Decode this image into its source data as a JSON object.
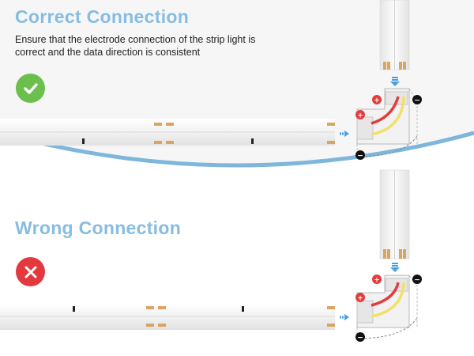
{
  "correct": {
    "title": "Correct Connection",
    "description": "Ensure that the electrode connection of the strip light is correct and the data direction is consistent",
    "status_icon": "check-icon"
  },
  "wrong": {
    "title": "Wrong Connection",
    "status_icon": "cross-icon"
  },
  "connector": {
    "plus": "+",
    "minus": "−"
  },
  "colors": {
    "heading": "#86bde0",
    "divider": "#7fb6dc",
    "ok": "#6bbf4d",
    "error": "#e3393e",
    "wire_red": "#e23c3c",
    "wire_yellow": "#f1e06a",
    "arrow": "#4a9fe0",
    "strip": "#f3f3f3"
  }
}
